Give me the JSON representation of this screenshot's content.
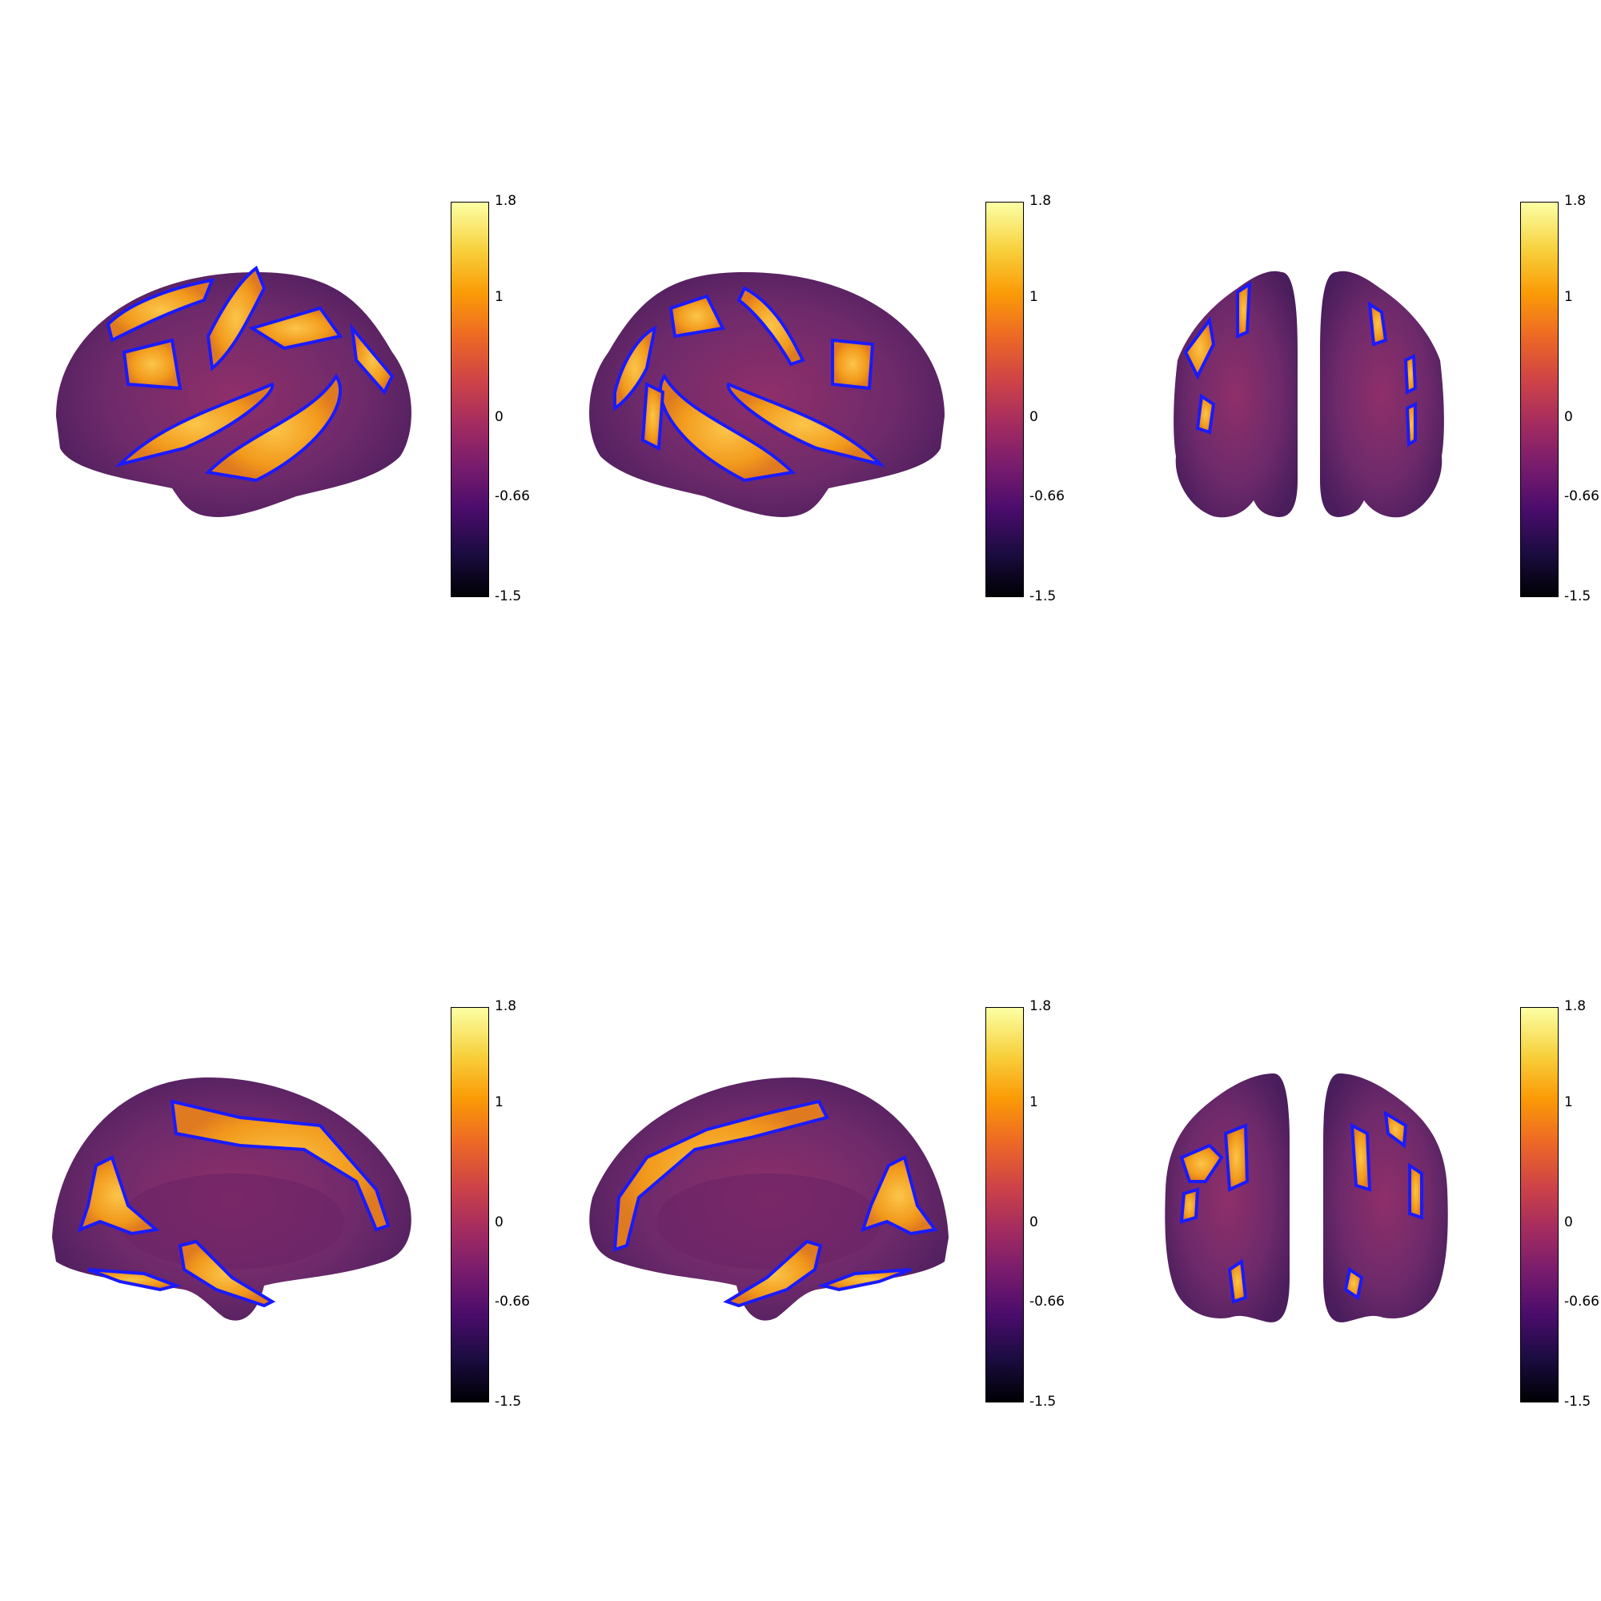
{
  "figure": {
    "colormap": "inferno",
    "colormap_stops": [
      "#000004",
      "#1b0c41",
      "#4a0c6b",
      "#781c6d",
      "#a52c60",
      "#cf4446",
      "#ed6925",
      "#fb9b06",
      "#f7d13d",
      "#fcffa4"
    ],
    "outline_color": "#1a1aff",
    "panels": [
      {
        "view": "lateral-left",
        "colorbar": {
          "ticks": [
            "1.8",
            "1",
            "0",
            "-0.66",
            "-1.5"
          ]
        }
      },
      {
        "view": "lateral-right",
        "colorbar": {
          "ticks": [
            "1.8",
            "1",
            "0",
            "-0.66",
            "-1.5"
          ]
        }
      },
      {
        "view": "anterior",
        "colorbar": {
          "ticks": [
            "1.8",
            "1",
            "0",
            "-0.66",
            "-1.5"
          ]
        }
      },
      {
        "view": "medial-left",
        "colorbar": {
          "ticks": [
            "1.8",
            "1",
            "0",
            "-0.66",
            "-1.5"
          ]
        }
      },
      {
        "view": "medial-right",
        "colorbar": {
          "ticks": [
            "1.8",
            "1",
            "0",
            "-0.66",
            "-1.5"
          ]
        }
      },
      {
        "view": "posterior",
        "colorbar": {
          "ticks": [
            "1.8",
            "1",
            "0",
            "-0.66",
            "-1.5"
          ]
        }
      }
    ]
  }
}
